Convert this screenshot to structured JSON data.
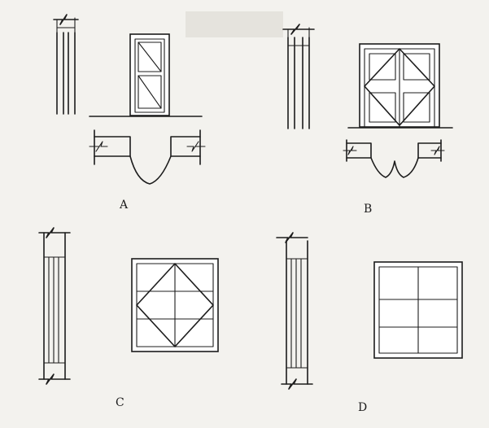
{
  "figures": [
    {
      "id": "a",
      "label": "A"
    },
    {
      "id": "b",
      "label": "B"
    },
    {
      "id": "c",
      "label": "C"
    },
    {
      "id": "d",
      "label": "D"
    }
  ]
}
